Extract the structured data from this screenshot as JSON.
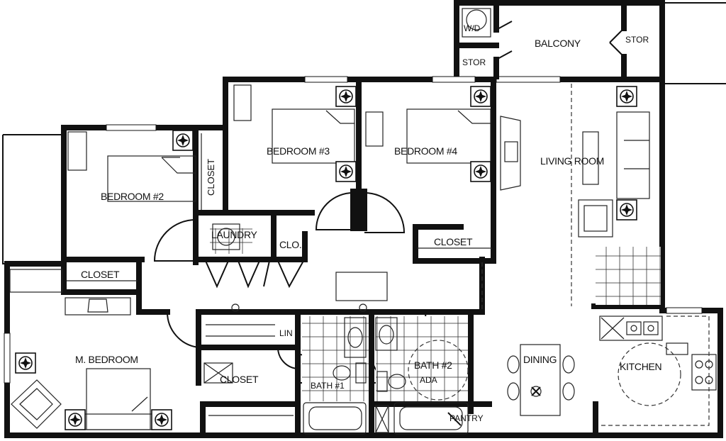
{
  "rooms": {
    "balcony": "BALCONY",
    "wd": "W/D",
    "stor_left": "STOR",
    "stor_right": "STOR",
    "living_room": "LIVING ROOM",
    "bedroom3": "BEDROOM #3",
    "bedroom4": "BEDROOM #4",
    "bedroom2": "BEDROOM #2",
    "closet_vertical": "CLOSET",
    "laundry": "LAUNDRY",
    "clo": "CLO.",
    "closet_b4": "CLOSET",
    "closet_b2": "CLOSET",
    "lin": "LIN",
    "master_bedroom": "M. BEDROOM",
    "closet_master": "CLOSET",
    "bath1": "BATH #1",
    "bath2": "BATH #2",
    "bath2_sub": "ADA",
    "dining": "DINING",
    "kitchen": "KITCHEN",
    "pantry": "PANTRY"
  }
}
